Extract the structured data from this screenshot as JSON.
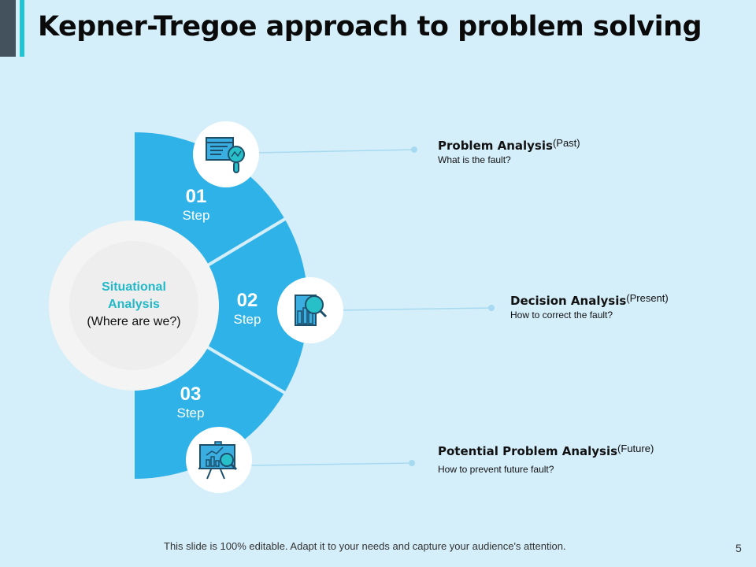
{
  "slide": {
    "title": "Kepner-Tregoe approach to problem solving",
    "page_number": "5",
    "footer": "This slide is 100% editable. Adapt it to your needs and capture your audience's attention."
  },
  "colors": {
    "background": "#d4eefa",
    "ring_blue": "#2fb2e8",
    "accent_teal": "#1fc5d3",
    "accent_dark": "#44525e",
    "center_title": "#22b8c8"
  },
  "center": {
    "title_line1": "Situational",
    "title_line2": "Analysis",
    "subtitle": "(Where are we?)"
  },
  "steps": [
    {
      "number": "01",
      "word": "Step",
      "icon": "analytics-report-search-icon",
      "title": "Problem Analysis",
      "tag": "(Past)",
      "description": "What is the fault?"
    },
    {
      "number": "02",
      "word": "Step",
      "icon": "bar-chart-search-icon",
      "title": "Decision Analysis",
      "tag": "(Present)",
      "description": "How to correct the fault?"
    },
    {
      "number": "03",
      "word": "Step",
      "icon": "presentation-board-search-icon",
      "title": "Potential Problem Analysis",
      "tag": "(Future)",
      "description": "How to prevent future fault?"
    }
  ]
}
